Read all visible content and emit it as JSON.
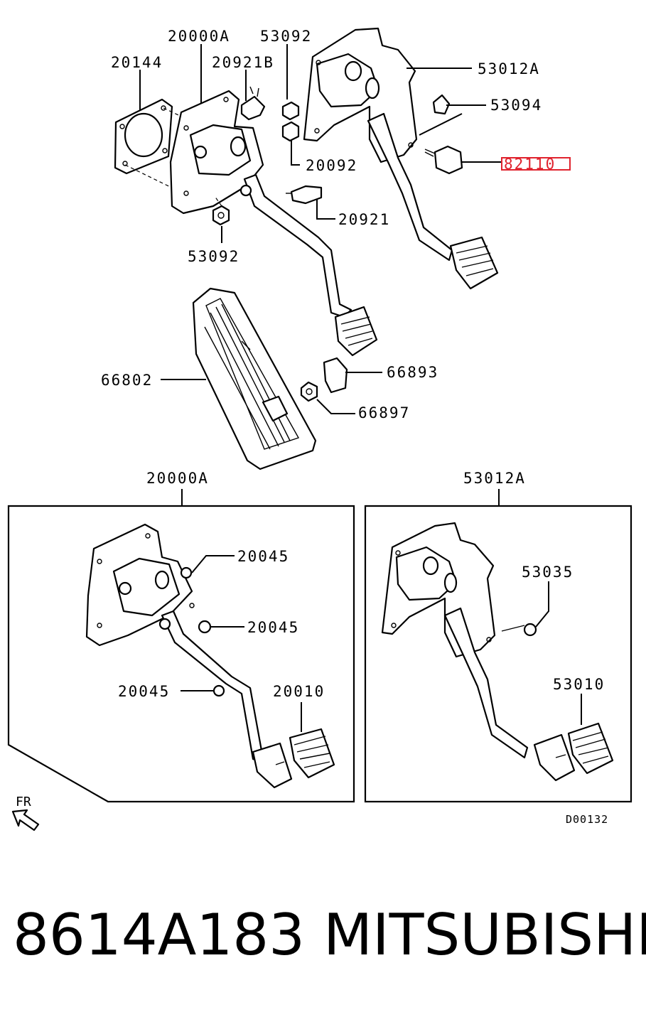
{
  "callouts": {
    "c20000A_top": "20000A",
    "c53092_top": "53092",
    "c20144": "20144",
    "c20921B": "20921B",
    "c53012A_top": "53012A",
    "c53094": "53094",
    "c20092": "20092",
    "c82110": "82110",
    "c20921": "20921",
    "c53092_bottom": "53092",
    "c66802": "66802",
    "c66893": "66893",
    "c66897": "66897",
    "c20000A_box": "20000A",
    "c53012A_box": "53012A",
    "c20045_a": "20045",
    "c20045_b": "20045",
    "c20045_c": "20045",
    "c20010": "20010",
    "c53035": "53035",
    "c53010": "53010"
  },
  "highlight": {
    "part": "82110",
    "color": "#e0232e"
  },
  "direction_label": "FR",
  "diagram_code": "D00132",
  "footer": {
    "part_number": "8614A183",
    "brand": "MITSUBISHI"
  }
}
